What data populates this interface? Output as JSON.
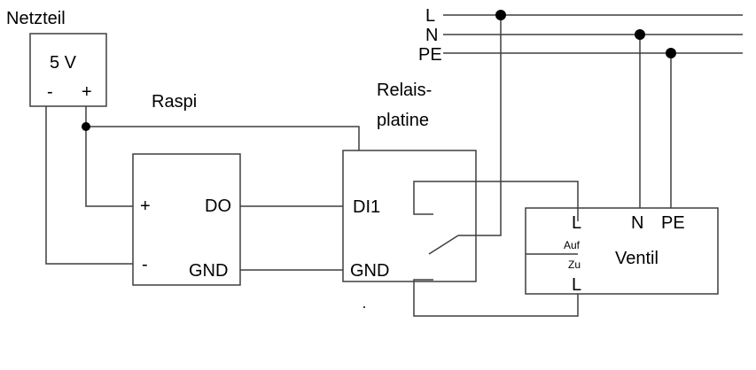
{
  "diagram": {
    "power_supply": {
      "title": "Netzteil",
      "voltage": "5 V",
      "minus": "-",
      "plus": "+"
    },
    "raspi": {
      "title": "Raspi",
      "plus": "+",
      "minus": "-",
      "do": "DO",
      "gnd": "GND"
    },
    "relay": {
      "title_line1": "Relais-",
      "title_line2": "platine",
      "di1": "DI1",
      "gnd": "GND"
    },
    "mains": {
      "l": "L",
      "n": "N",
      "pe": "PE"
    },
    "valve": {
      "l_top": "L",
      "n": "N",
      "pe": "PE",
      "name": "Ventil",
      "auf": "Auf",
      "zu": "Zu",
      "l_bottom": "L"
    }
  }
}
